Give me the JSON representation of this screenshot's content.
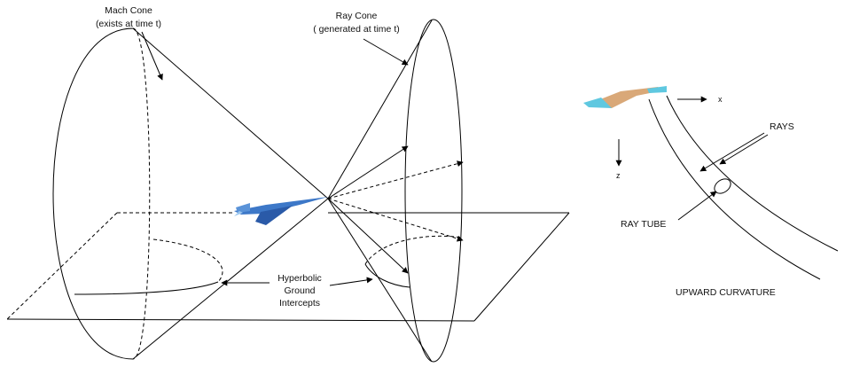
{
  "labels": {
    "mach_cone": [
      "Mach Cone",
      "(exists at time t)"
    ],
    "ray_cone": [
      "Ray Cone",
      "( generated at time t)"
    ],
    "hyperbolic": [
      "Hyperbolic",
      "Ground",
      "Intercepts"
    ],
    "rays": "RAYS",
    "ray_tube": "RAY TUBE",
    "upward_curvature": "UPWARD CURVATURE",
    "axis_x": "x",
    "axis_z": "z"
  },
  "colors": {
    "aircraft_body": "#3d78c8",
    "aircraft_wing": "#2a5aa8",
    "aircraft_small_body": "#d9a878",
    "aircraft_small_tail": "#5fc8e0"
  }
}
